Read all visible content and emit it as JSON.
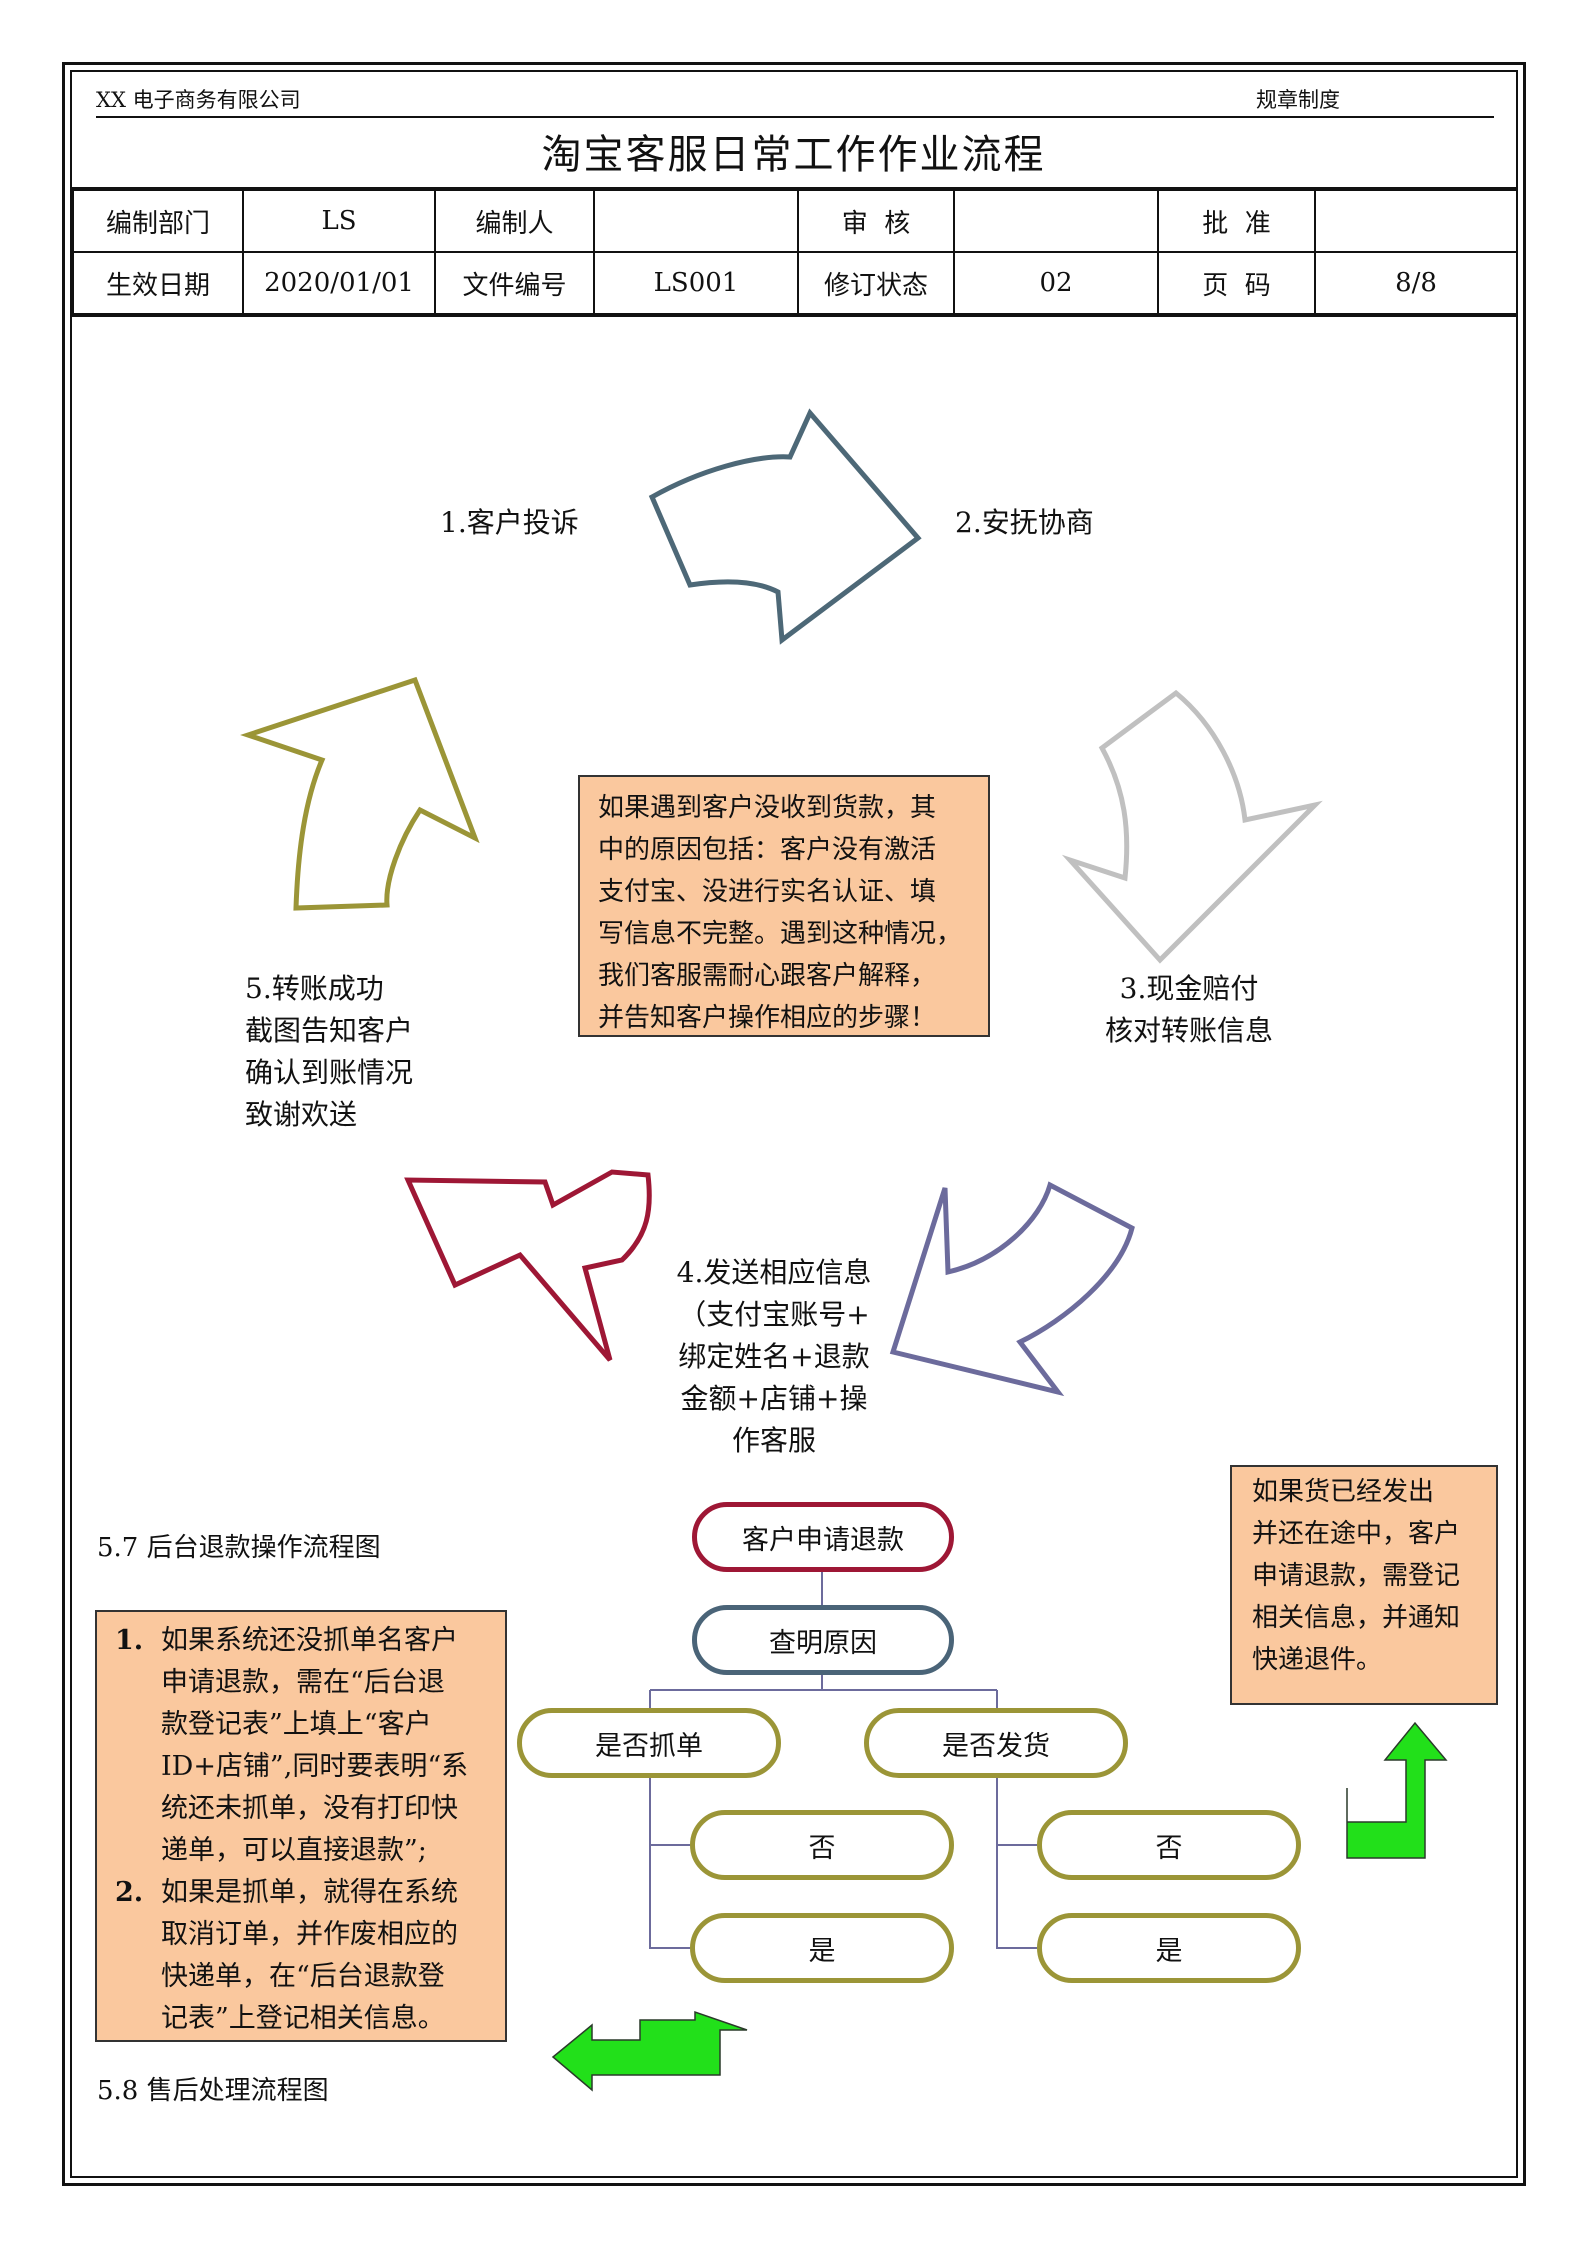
{
  "header": {
    "company": "XX 电子商务有限公司",
    "category": "规章制度",
    "title": "淘宝客服日常工作作业流程"
  },
  "meta": {
    "row1": [
      "编制部门",
      "LS",
      "编制人",
      "",
      "审  核",
      "",
      "批  准",
      ""
    ],
    "row2": [
      "生效日期",
      "2020/01/01",
      "文件编号",
      "LS001",
      "修订状态",
      "02",
      "页  码",
      "8/8"
    ]
  },
  "cycle": {
    "step1": "1.客户投诉",
    "step2": "2.安抚协商",
    "step3": [
      "3.现金赔付",
      "核对转账信息"
    ],
    "step4": [
      "4.发送相应信息",
      "（支付宝账号+",
      "绑定姓名+退款",
      "金额+店铺+操",
      "作客服"
    ],
    "step5": [
      "5.转账成功",
      "截图告知客户",
      "确认到账情况",
      "致谢欢送"
    ],
    "center_note": [
      "如果遇到客户没收到货款，其",
      "中的原因包括：客户没有激活",
      "支付宝、没进行实名认证、填",
      "写信息不完整。遇到这种情况，",
      "我们客服需耐心跟客户解释，",
      "并告知客户操作相应的步骤！"
    ],
    "arrow_colors": [
      "#4d6877",
      "#c0c0c0",
      "#6c6b9c",
      "#9e1735",
      "#9b9537"
    ]
  },
  "section_57": {
    "title": "5.7  后台退款操作流程图",
    "flow": {
      "start": "客户申请退款",
      "check": "查明原因",
      "branch_left": "是否抓单",
      "branch_right": "是否发货",
      "left_no": "否",
      "left_yes": "是",
      "right_no": "否",
      "right_yes": "是"
    },
    "left_note": [
      {
        "num": "1.",
        "lines": [
          "如果系统还没抓单名客户",
          "申请退款，需在“后台退",
          "款登记表”上填上“客户",
          "ID+店铺”,同时要表明“系",
          "统还未抓单，没有打印快",
          "递单，可以直接退款”;"
        ]
      },
      {
        "num": "2.",
        "lines": [
          "如果是抓单，就得在系统",
          "取消订单，并作废相应的",
          "快递单，在“后台退款登",
          "记表”上登记相关信息。"
        ]
      }
    ],
    "right_note": [
      "如果货已经发出",
      "并还在途中，客户",
      "申请退款，需登记",
      "相关信息，并通知",
      "快递退件。"
    ],
    "green_color": "#22e01a"
  },
  "section_58": {
    "title": "5.8  售后处理流程图"
  }
}
